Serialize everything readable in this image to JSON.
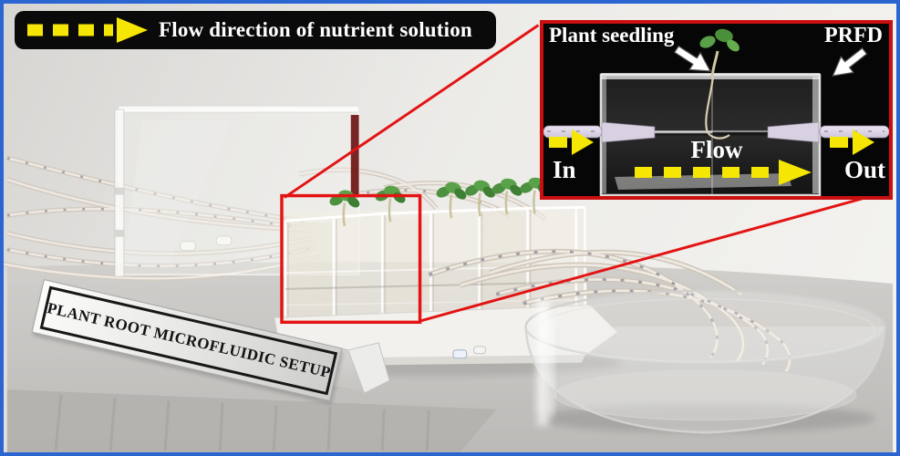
{
  "figure": {
    "legend": {
      "text": "Flow direction of nutrient solution"
    },
    "sign": {
      "text": "PLANT ROOT MICROFLUIDIC SETUP"
    },
    "inset": {
      "labels": {
        "plant_seedling": "Plant seedling",
        "prfd": "PRFD",
        "in": "In",
        "flow": "Flow",
        "out": "Out"
      }
    },
    "colors": {
      "frame_border": "#2a65d2",
      "callout_red": "#e31313",
      "arrow_yellow": "#f6e603",
      "banner_bg": "#0a0a0a",
      "banner_text": "#ffffff",
      "inset_bg": "#060606",
      "inset_border": "#c90f0f",
      "leaf_green": "#4d9040"
    }
  }
}
